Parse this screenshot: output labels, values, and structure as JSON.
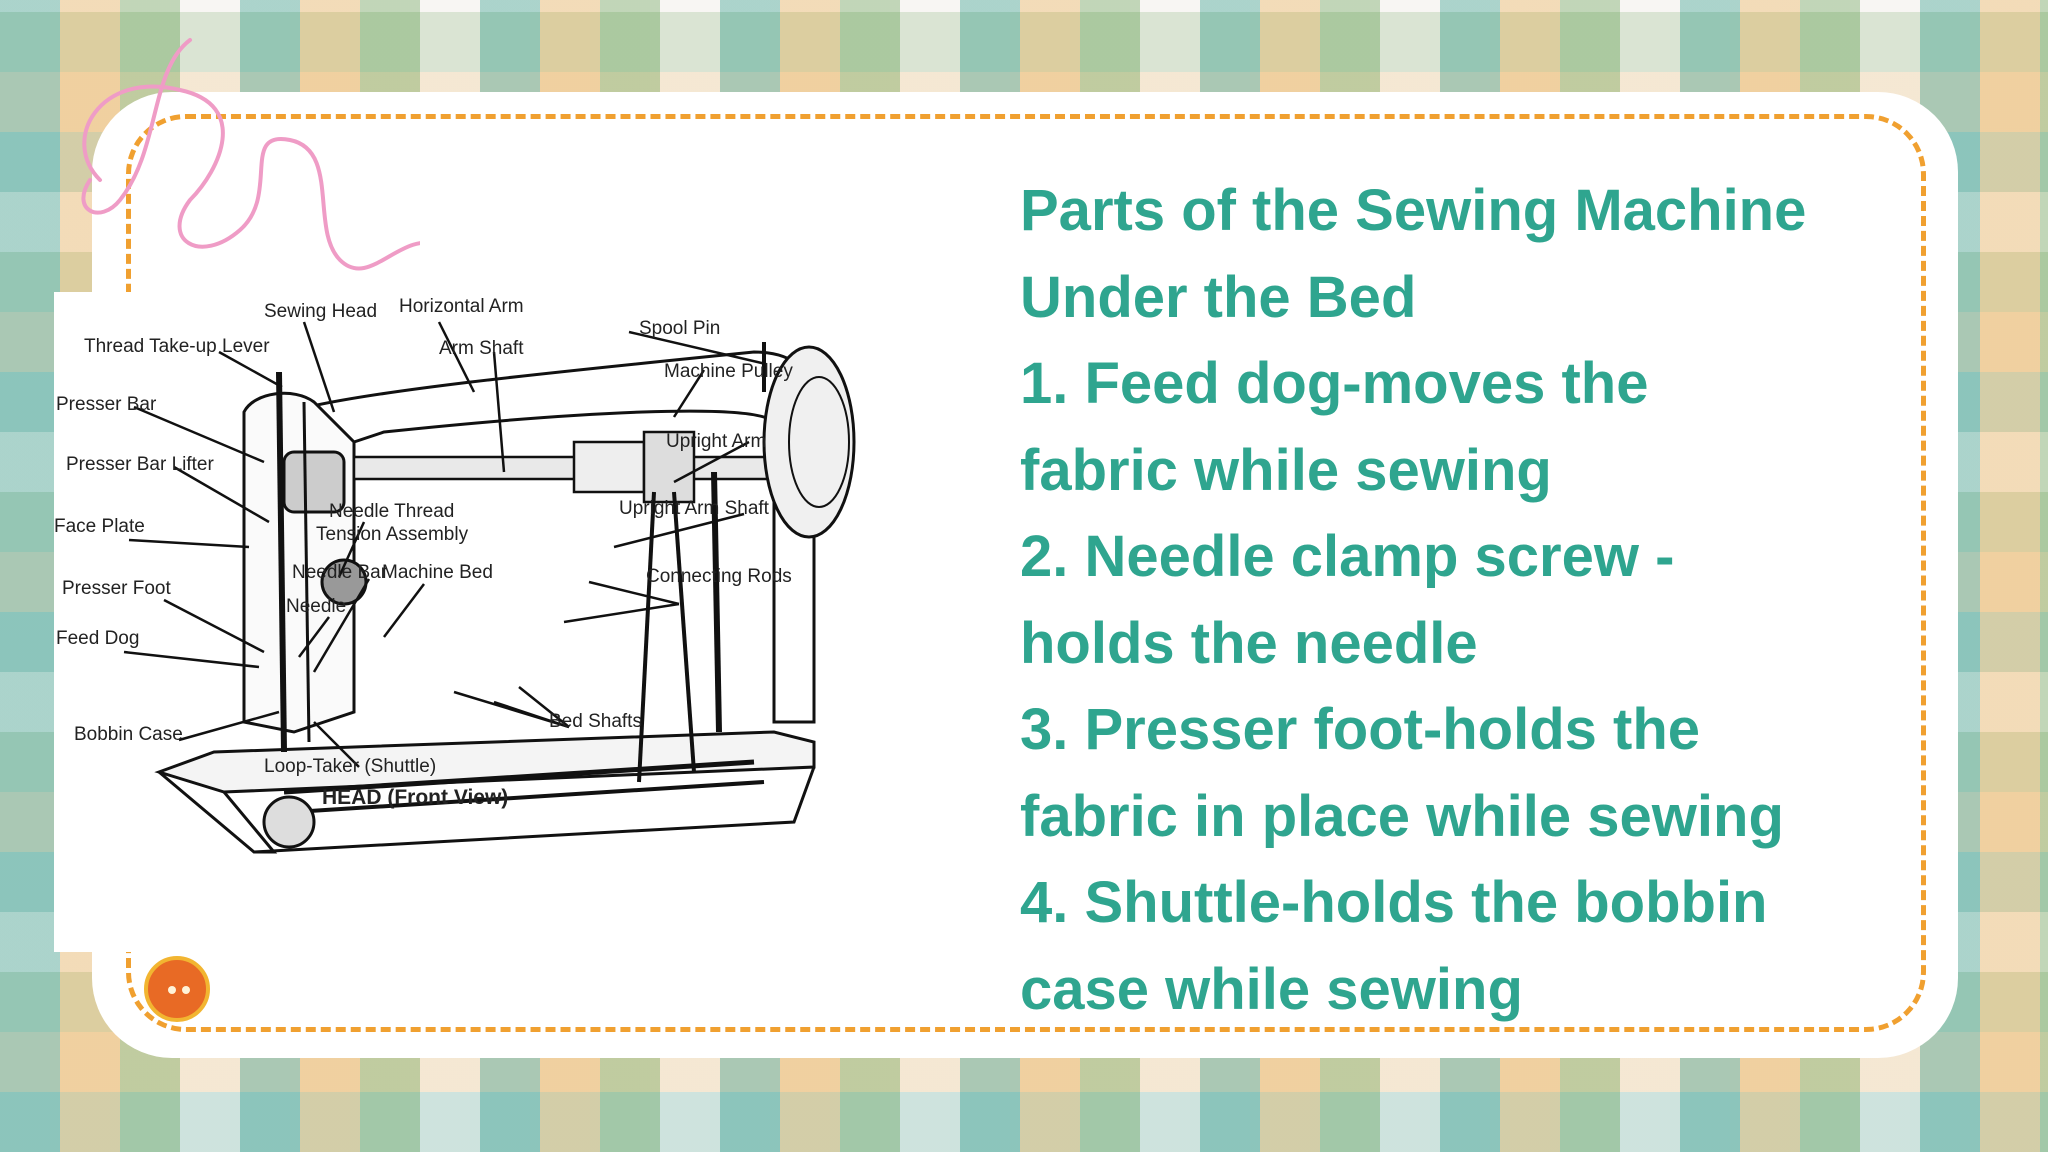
{
  "slide": {
    "title_line1": "Parts of the Sewing Machine",
    "title_line2": "Under the Bed",
    "lines": [
      "1. Feed dog-moves the",
      "fabric while sewing",
      "2. Needle clamp screw -",
      "holds the needle",
      "3. Presser foot-holds the",
      "fabric in place while sewing",
      "4. Shuttle-holds the bobbin",
      "case while sewing"
    ]
  },
  "diagram": {
    "labels": {
      "sewing_head": "Sewing Head",
      "horizontal_arm": "Horizontal Arm",
      "spool_pin": "Spool Pin",
      "thread_takeup": "Thread Take-up Lever",
      "arm_shaft": "Arm Shaft",
      "machine_pulley": "Machine Pulley",
      "presser_bar": "Presser Bar",
      "upright_arm": "Upright Arm",
      "presser_bar_lifter": "Presser Bar Lifter",
      "needle_thread": "Needle Thread",
      "tension_assembly": "Tension Assembly",
      "upright_arm_shaft": "Upright Arm Shaft",
      "face_plate": "Face Plate",
      "needle_bar": "Needle Bar",
      "machine_bed": "Machine Bed",
      "connecting_rods": "Connecting Rods",
      "presser_foot": "Presser Foot",
      "needle": "Needle",
      "feed_dog": "Feed Dog",
      "bed_shafts": "Bed Shafts",
      "bobbin_case": "Bobbin Case",
      "loop_taker": "Loop-Taker (Shuttle)",
      "caption": "HEAD (Front View)"
    }
  },
  "colors": {
    "accent_teal": "#2fa58f",
    "dash_orange": "#f0a030",
    "thread_pink": "#ef9cc6",
    "button_orange": "#e86a25"
  },
  "icons": {
    "thread": "pink-thread-squiggle",
    "button": "orange-sewing-button"
  }
}
